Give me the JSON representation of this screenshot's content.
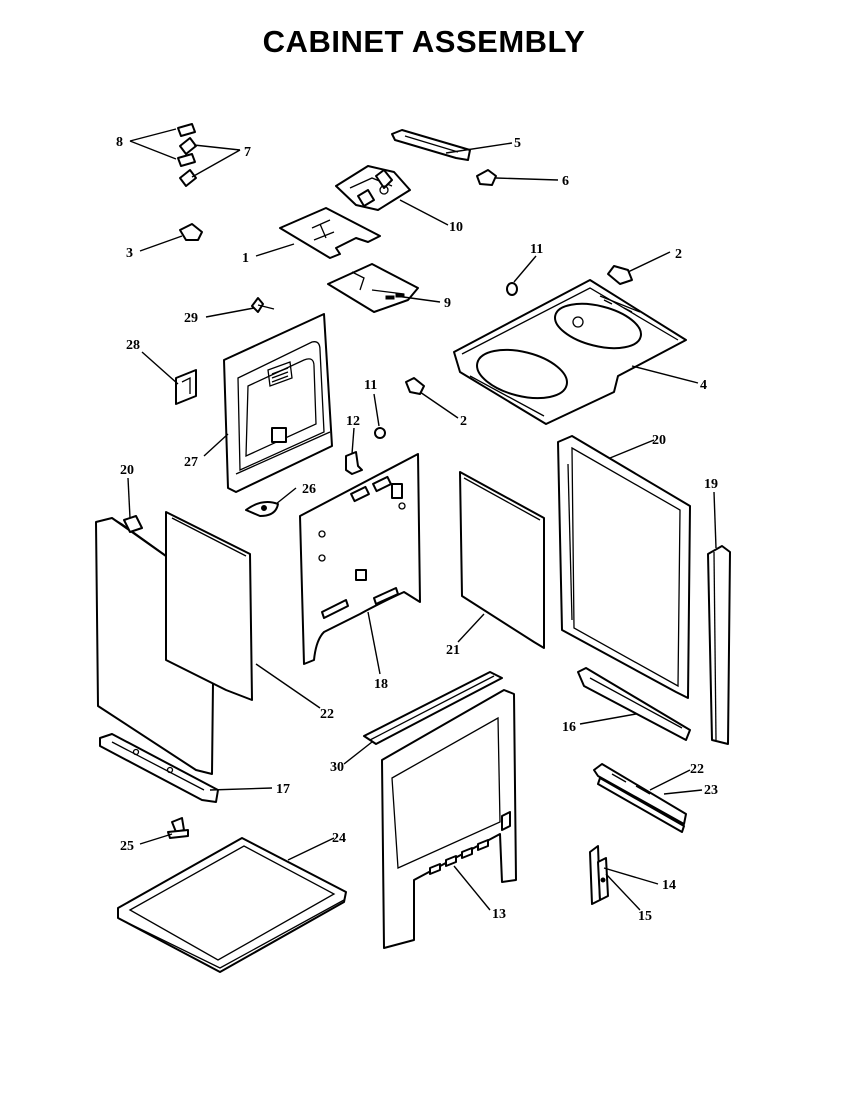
{
  "title": "CABINET ASSEMBLY",
  "callouts": [
    {
      "id": "c8",
      "label": "8"
    },
    {
      "id": "c7",
      "label": "7"
    },
    {
      "id": "c5",
      "label": "5"
    },
    {
      "id": "c6",
      "label": "6"
    },
    {
      "id": "c10",
      "label": "10"
    },
    {
      "id": "c3",
      "label": "3"
    },
    {
      "id": "c1",
      "label": "1"
    },
    {
      "id": "c11a",
      "label": "11"
    },
    {
      "id": "c2a",
      "label": "2"
    },
    {
      "id": "c9",
      "label": "9"
    },
    {
      "id": "c29",
      "label": "29"
    },
    {
      "id": "c4",
      "label": "4"
    },
    {
      "id": "c28",
      "label": "28"
    },
    {
      "id": "c11b",
      "label": "11"
    },
    {
      "id": "c2b",
      "label": "2"
    },
    {
      "id": "c12",
      "label": "12"
    },
    {
      "id": "c20a",
      "label": "20"
    },
    {
      "id": "c27",
      "label": "27"
    },
    {
      "id": "c20b",
      "label": "20"
    },
    {
      "id": "c19",
      "label": "19"
    },
    {
      "id": "c26",
      "label": "26"
    },
    {
      "id": "c21",
      "label": "21"
    },
    {
      "id": "c18",
      "label": "18"
    },
    {
      "id": "c22a",
      "label": "22"
    },
    {
      "id": "c16",
      "label": "16"
    },
    {
      "id": "c30",
      "label": "30"
    },
    {
      "id": "c17",
      "label": "17"
    },
    {
      "id": "c22b",
      "label": "22"
    },
    {
      "id": "c23",
      "label": "23"
    },
    {
      "id": "c24",
      "label": "24"
    },
    {
      "id": "c25",
      "label": "25"
    },
    {
      "id": "c14",
      "label": "14"
    },
    {
      "id": "c15",
      "label": "15"
    },
    {
      "id": "c13",
      "label": "13"
    }
  ]
}
